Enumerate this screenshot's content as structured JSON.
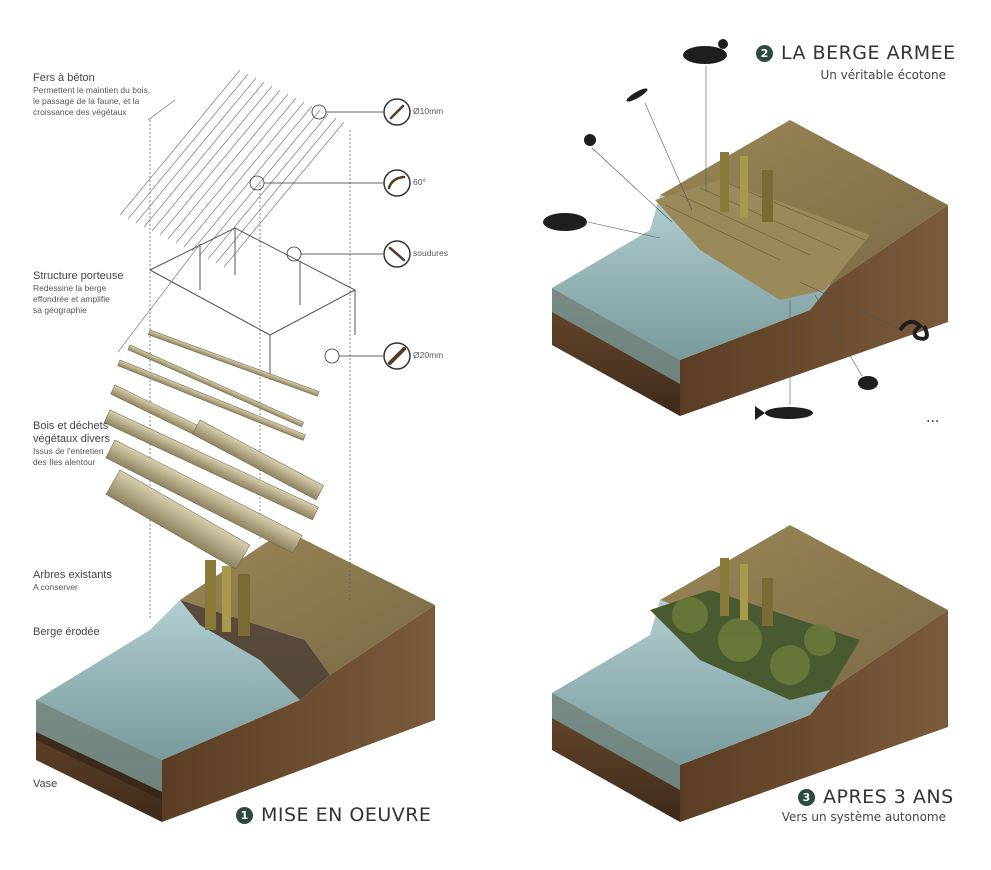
{
  "labels": {
    "fers": {
      "title": "Fers à béton",
      "desc": [
        "Permettent le maintien du bois,",
        "le passage de la faune, et la",
        "croissance des végétaux"
      ]
    },
    "structure": {
      "title": "Structure porteuse",
      "desc": [
        "Redessine la berge",
        "effondrée et amplifie",
        "sa géographie"
      ]
    },
    "bois": {
      "title": [
        "Bois et déchets",
        "végétaux divers"
      ],
      "desc": [
        "Issus de l'entretien",
        "des Iles alentour"
      ]
    },
    "arbres": {
      "title": "Arbres existants",
      "desc": "A conserver"
    },
    "berge": {
      "title": "Berge érodée"
    },
    "vase": {
      "title": "Vase"
    }
  },
  "callouts": {
    "d10": "Ø10mm",
    "angle": "60°",
    "soudures": "soudures",
    "d20": "Ø20mm"
  },
  "steps": {
    "s1": {
      "num": "1",
      "title": "MISE EN OEUVRE"
    },
    "s2": {
      "num": "2",
      "title": "LA BERGE ARMEE",
      "subtitle": "Un véritable écotone"
    },
    "s3": {
      "num": "3",
      "title": "APRES 3 ANS",
      "subtitle": "Vers un système autonome"
    }
  },
  "ellipsis": "...",
  "colors": {
    "accent": "#2e4a40",
    "soil": "#5a3e28",
    "grass": "#8a7848",
    "water": "#8fb3b8"
  }
}
